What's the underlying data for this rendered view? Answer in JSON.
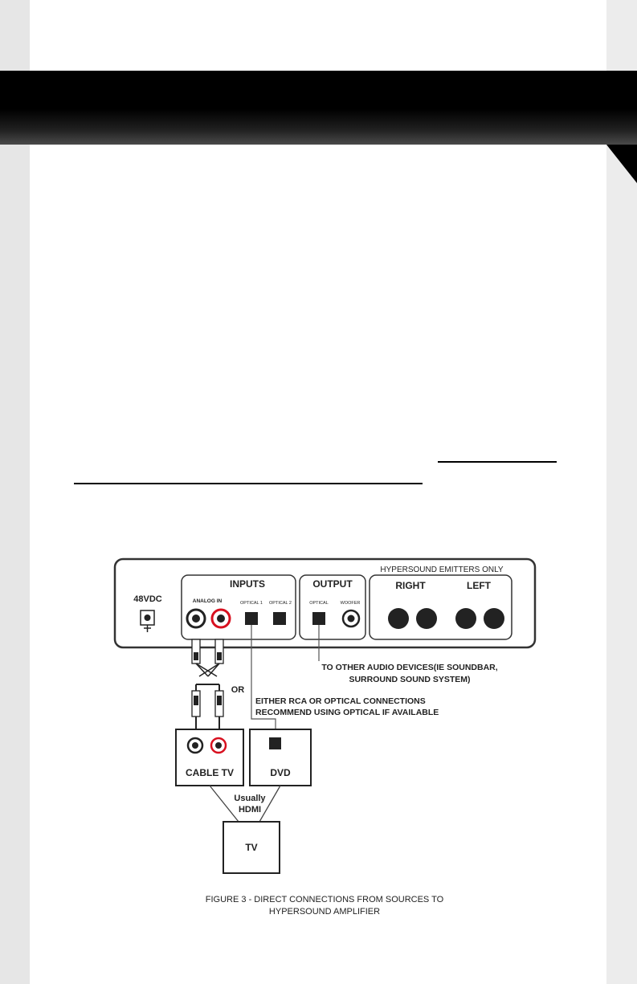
{
  "diagram": {
    "panel": {
      "power_label": "48VDC",
      "inputs_title": "INPUTS",
      "analog_in_label": "ANALOG IN",
      "optical1_label": "OPTICAL 1",
      "optical2_label": "OPTICAL 2",
      "output_title": "OUTPUT",
      "output_optical_label": "OPTICAL",
      "woofer_label": "WOOFER",
      "emitters_title": "HYPERSOUND EMITTERS ONLY",
      "right_label": "RIGHT",
      "left_label": "LEFT"
    },
    "notes": {
      "other_devices_line1": "TO OTHER AUDIO DEVICES(IE SOUNDBAR,",
      "other_devices_line2": "SURROUND SOUND SYSTEM)",
      "or_label": "OR",
      "either_line1": "EITHER RCA OR OPTICAL CONNECTIONS",
      "either_line2": "RECOMMEND USING OPTICAL IF AVAILABLE"
    },
    "sources": {
      "cable_tv_label": "CABLE TV",
      "dvd_label": "DVD",
      "hdmi_line1": "Usually",
      "hdmi_line2": "HDMI",
      "tv_label": "TV"
    },
    "caption_line1": "FIGURE 3 - DIRECT CONNECTIONS FROM SOURCES TO",
    "caption_line2": "HYPERSOUND AMPLIFIER"
  },
  "colors": {
    "banner": "#000000",
    "rca_red": "#d8101f",
    "line": "#3a3a3a"
  }
}
